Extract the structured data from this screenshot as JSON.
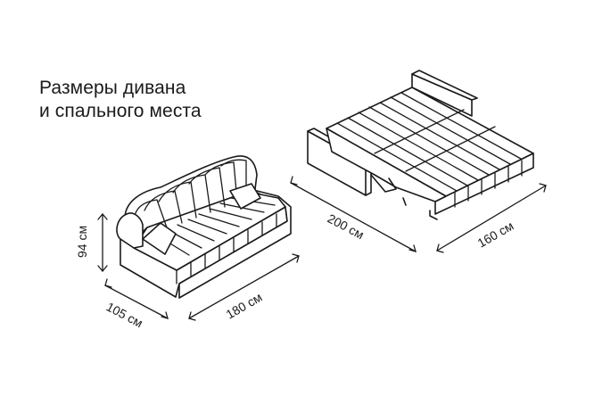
{
  "title": {
    "line1": "Размеры дивана",
    "line2": "и спального места"
  },
  "dimensions": {
    "sofa_height": "94 см",
    "sofa_depth": "105 см",
    "sofa_width": "180 см",
    "bed_length": "200 см",
    "bed_width": "160 см"
  }
}
